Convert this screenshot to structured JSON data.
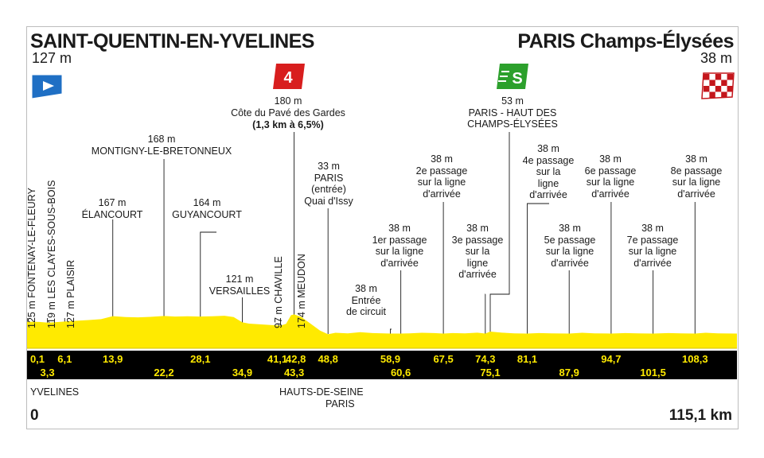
{
  "start": {
    "name": "SAINT-QUENTIN-EN-YVELINES",
    "altitude": "127 m"
  },
  "finish": {
    "name": "PARIS Champs-Élysées",
    "altitude": "38 m"
  },
  "icons": {
    "start_flag": "start-flag-icon",
    "climb_badge": "climb-category-4-icon",
    "sprint_badge": "sprint-icon",
    "finish_flag": "checkered-flag-icon"
  },
  "badges": {
    "climb_category": "4",
    "sprint": "S"
  },
  "colors": {
    "profile": "#ffea00",
    "band": "#000000",
    "km_text": "#ffea00",
    "start_flag": "#1f6fc4",
    "climb": "#d81e1e",
    "sprint": "#2ca02c"
  },
  "waypoints": {
    "fontenay": "125 m FONTENAY-LE-FLEURY",
    "clayes": "119 m LES CLAYES-SOUS-BOIS",
    "plaisir": "127 m PLAISIR",
    "elancourt": "167 m\nÉLANCOURT",
    "montigny": "168 m\nMONTIGNY-LE-BRETONNEUX",
    "guyancourt": "164 m\nGUYANCOURT",
    "versailles": "121 m\nVERSAILLES",
    "chaville": "97 m CHAVILLE",
    "meudon": "174 m MEUDON",
    "pave_alt": "180 m",
    "pave_name": "Côte du Pavé des Gardes",
    "pave_detail": "(1,3 km à 6,5%)",
    "paris_issy": "33 m\nPARIS\n(entrée)\nQuai d'Issy",
    "circuit": "38 m\nEntrée\nde circuit",
    "p1": "38 m\n1er passage\nsur la ligne\nd'arrivée",
    "p2": "38 m\n2e passage\nsur la ligne\nd'arrivée",
    "p3": "38 m\n3e passage\nsur la\nligne\nd'arrivée",
    "haut": "53 m\nPARIS - HAUT DES\nCHAMPS-ÉLYSÉES",
    "p4": "38 m\n4e passage\nsur la\nligne\nd'arrivée",
    "p5": "38 m\n5e passage\nsur la ligne\nd'arrivée",
    "p6": "38 m\n6e passage\nsur la ligne\nd'arrivée",
    "p7": "38 m\n7e passage\nsur la ligne\nd'arrivée",
    "p8": "38 m\n8e passage\nsur la ligne\nd'arrivée"
  },
  "regions": {
    "yvelines": "YVELINES",
    "hauts_de_seine": "HAUTS-DE-SEINE",
    "paris": "PARIS"
  },
  "distance": {
    "start": "0",
    "end": "115,1 km"
  },
  "km_marks_top": [
    "0,1",
    "6,1",
    "13,9",
    "28,1",
    "41,1",
    "42,8",
    "48,8",
    "58,9",
    "67,5",
    "74,3",
    "81,1",
    "94,7",
    "108,3"
  ],
  "km_marks_bottom": [
    "3,3",
    "22,2",
    "34,9",
    "43,3",
    "60,6",
    "75,1",
    "87,9",
    "101,5"
  ],
  "profile": [
    [
      0,
      125
    ],
    [
      1,
      126
    ],
    [
      2,
      124
    ],
    [
      3.3,
      119
    ],
    [
      4.5,
      122
    ],
    [
      6.1,
      127
    ],
    [
      8,
      133
    ],
    [
      10,
      138
    ],
    [
      12,
      145
    ],
    [
      13.9,
      167
    ],
    [
      16,
      160
    ],
    [
      18,
      158
    ],
    [
      20,
      162
    ],
    [
      22.2,
      168
    ],
    [
      24,
      164
    ],
    [
      26,
      166
    ],
    [
      28.1,
      164
    ],
    [
      30,
      166
    ],
    [
      32,
      170
    ],
    [
      33.5,
      160
    ],
    [
      34.9,
      121
    ],
    [
      36,
      112
    ],
    [
      38,
      106
    ],
    [
      40,
      100
    ],
    [
      41.1,
      97
    ],
    [
      42,
      110
    ],
    [
      42.8,
      174
    ],
    [
      43.3,
      180
    ],
    [
      44.5,
      160
    ],
    [
      46,
      110
    ],
    [
      47.5,
      60
    ],
    [
      48.8,
      33
    ],
    [
      50,
      44
    ],
    [
      52,
      40
    ],
    [
      54,
      48
    ],
    [
      56,
      42
    ],
    [
      58.9,
      38
    ],
    [
      60.6,
      38
    ],
    [
      62,
      40
    ],
    [
      64,
      44
    ],
    [
      66,
      42
    ],
    [
      67.5,
      38
    ],
    [
      69,
      42
    ],
    [
      71,
      40
    ],
    [
      73,
      45
    ],
    [
      74.3,
      38
    ],
    [
      75.1,
      53
    ],
    [
      77,
      45
    ],
    [
      79,
      40
    ],
    [
      81.1,
      38
    ],
    [
      83,
      42
    ],
    [
      85,
      40
    ],
    [
      87.9,
      38
    ],
    [
      90,
      44
    ],
    [
      92,
      40
    ],
    [
      94.7,
      38
    ],
    [
      97,
      42
    ],
    [
      99,
      40
    ],
    [
      101.5,
      38
    ],
    [
      104,
      42
    ],
    [
      106,
      40
    ],
    [
      108.3,
      38
    ],
    [
      110,
      44
    ],
    [
      112,
      40
    ],
    [
      115.1,
      38
    ]
  ]
}
